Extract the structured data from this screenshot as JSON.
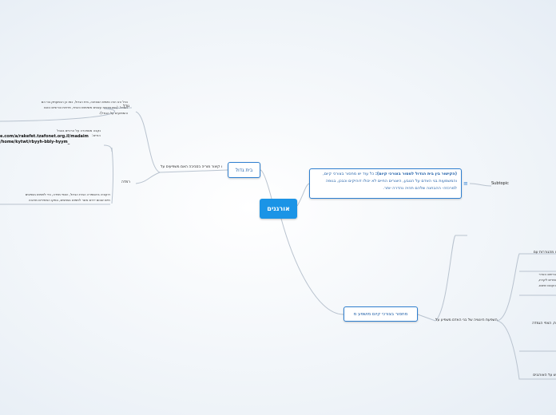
{
  "central": {
    "label": "אורגנים"
  },
  "nodes": {
    "big_house": {
      "label": "בית גדול"
    },
    "cycle": {
      "bold": "(הקישור בין בית הגדול למסור בצורכי קיום):",
      "text": " כל עוד יש מחסור בצורכי קיום, והמשמעות בני האדם על הטבע, היצורים החיים לא יכולו דוהיקים וכבכן, בגופה למרכזה- ההבחנה שלהם תהיה נהדרה יותר."
    },
    "scarcity": {
      "label": "מחסור בצורכי קיום מושפע מ"
    }
  },
  "left_subs": {
    "sub_main": "ו קיצור מוריה בסביבה האם משפיעים על",
    "garage": "גודל",
    "garage_note_1": "ככל הא הזה נתמש הסביבה, בית הגדול, כמו כן הכמעתק בני הם",
    "garage_note_2": "הגודל. (כמו פרויוח עצבים משימוש כאחד, פרויות וכרוניים נוהם",
    "garage_note_3": "והמפועים על הגודל).",
    "weather": "רמדה",
    "weather_note_1": "נקבה מספכרה על הרכיים בבבל",
    "weather_note_2": "הורים:",
    "weather_link_1": "e.com/a/rakefet.tzafonet.org.il/madaim",
    "weather_link_2": "/home/kytwt/rbyyh-bbly-hyym_",
    "weather_note_3": "רוקציה ביהספרה הבית הגדול, הצפי מוידה, כדי לתפוש בצפצים",
    "weather_note_4": "חיים שבום ידרם אשר לתפוש בצפצים, במקו המחירים מרובה"
  },
  "right_subs": {
    "subtopic": "Subtopic",
    "scarcity_child": "השפעת היונציה של בני האדם משפיע על",
    "r1": "ו מהגוררות עם",
    "r2_1": "בריפם האדר",
    "r2_2": "ומרים לקרת,",
    "r2_3": "הקטם שיאם.",
    "r3": "ת, הצפי הגמדה",
    "r4": "ש על האורגנים"
  }
}
